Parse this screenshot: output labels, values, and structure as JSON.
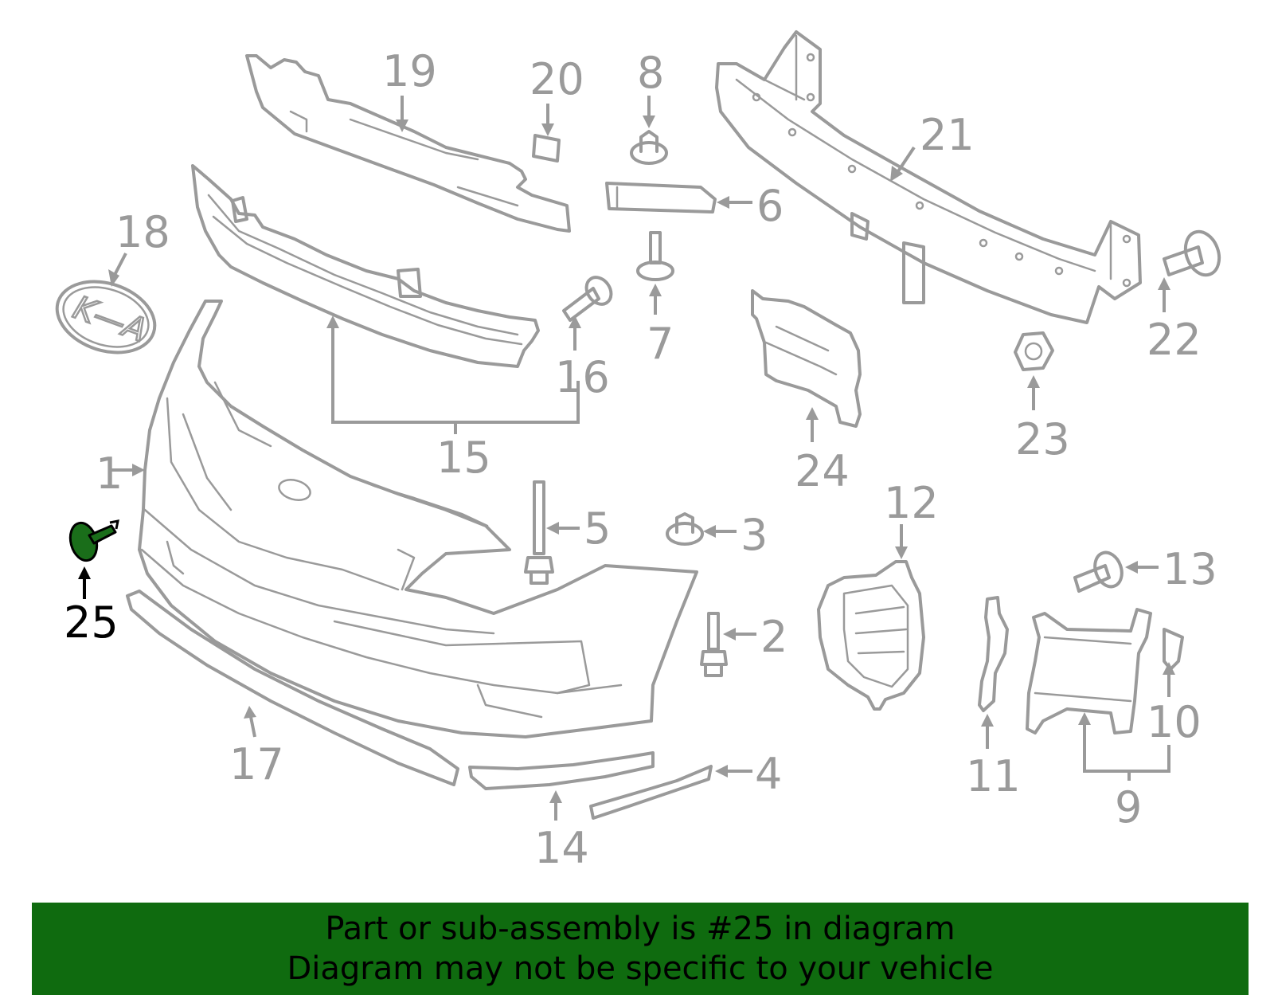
{
  "diagram": {
    "callouts": [
      "1",
      "2",
      "3",
      "4",
      "5",
      "6",
      "7",
      "8",
      "9",
      "10",
      "11",
      "12",
      "13",
      "14",
      "15",
      "16",
      "17",
      "18",
      "19",
      "20",
      "21",
      "22",
      "23",
      "24",
      "25"
    ],
    "highlighted_callout": "25",
    "emblem_text": "K—A",
    "highlight_color": "#1a6e1a",
    "line_color": "#9a9a9a"
  },
  "banner": {
    "line1": "Part or sub-assembly is #25 in diagram",
    "line2": "Diagram may not be specific to your vehicle",
    "background": "#0f6b0f"
  }
}
